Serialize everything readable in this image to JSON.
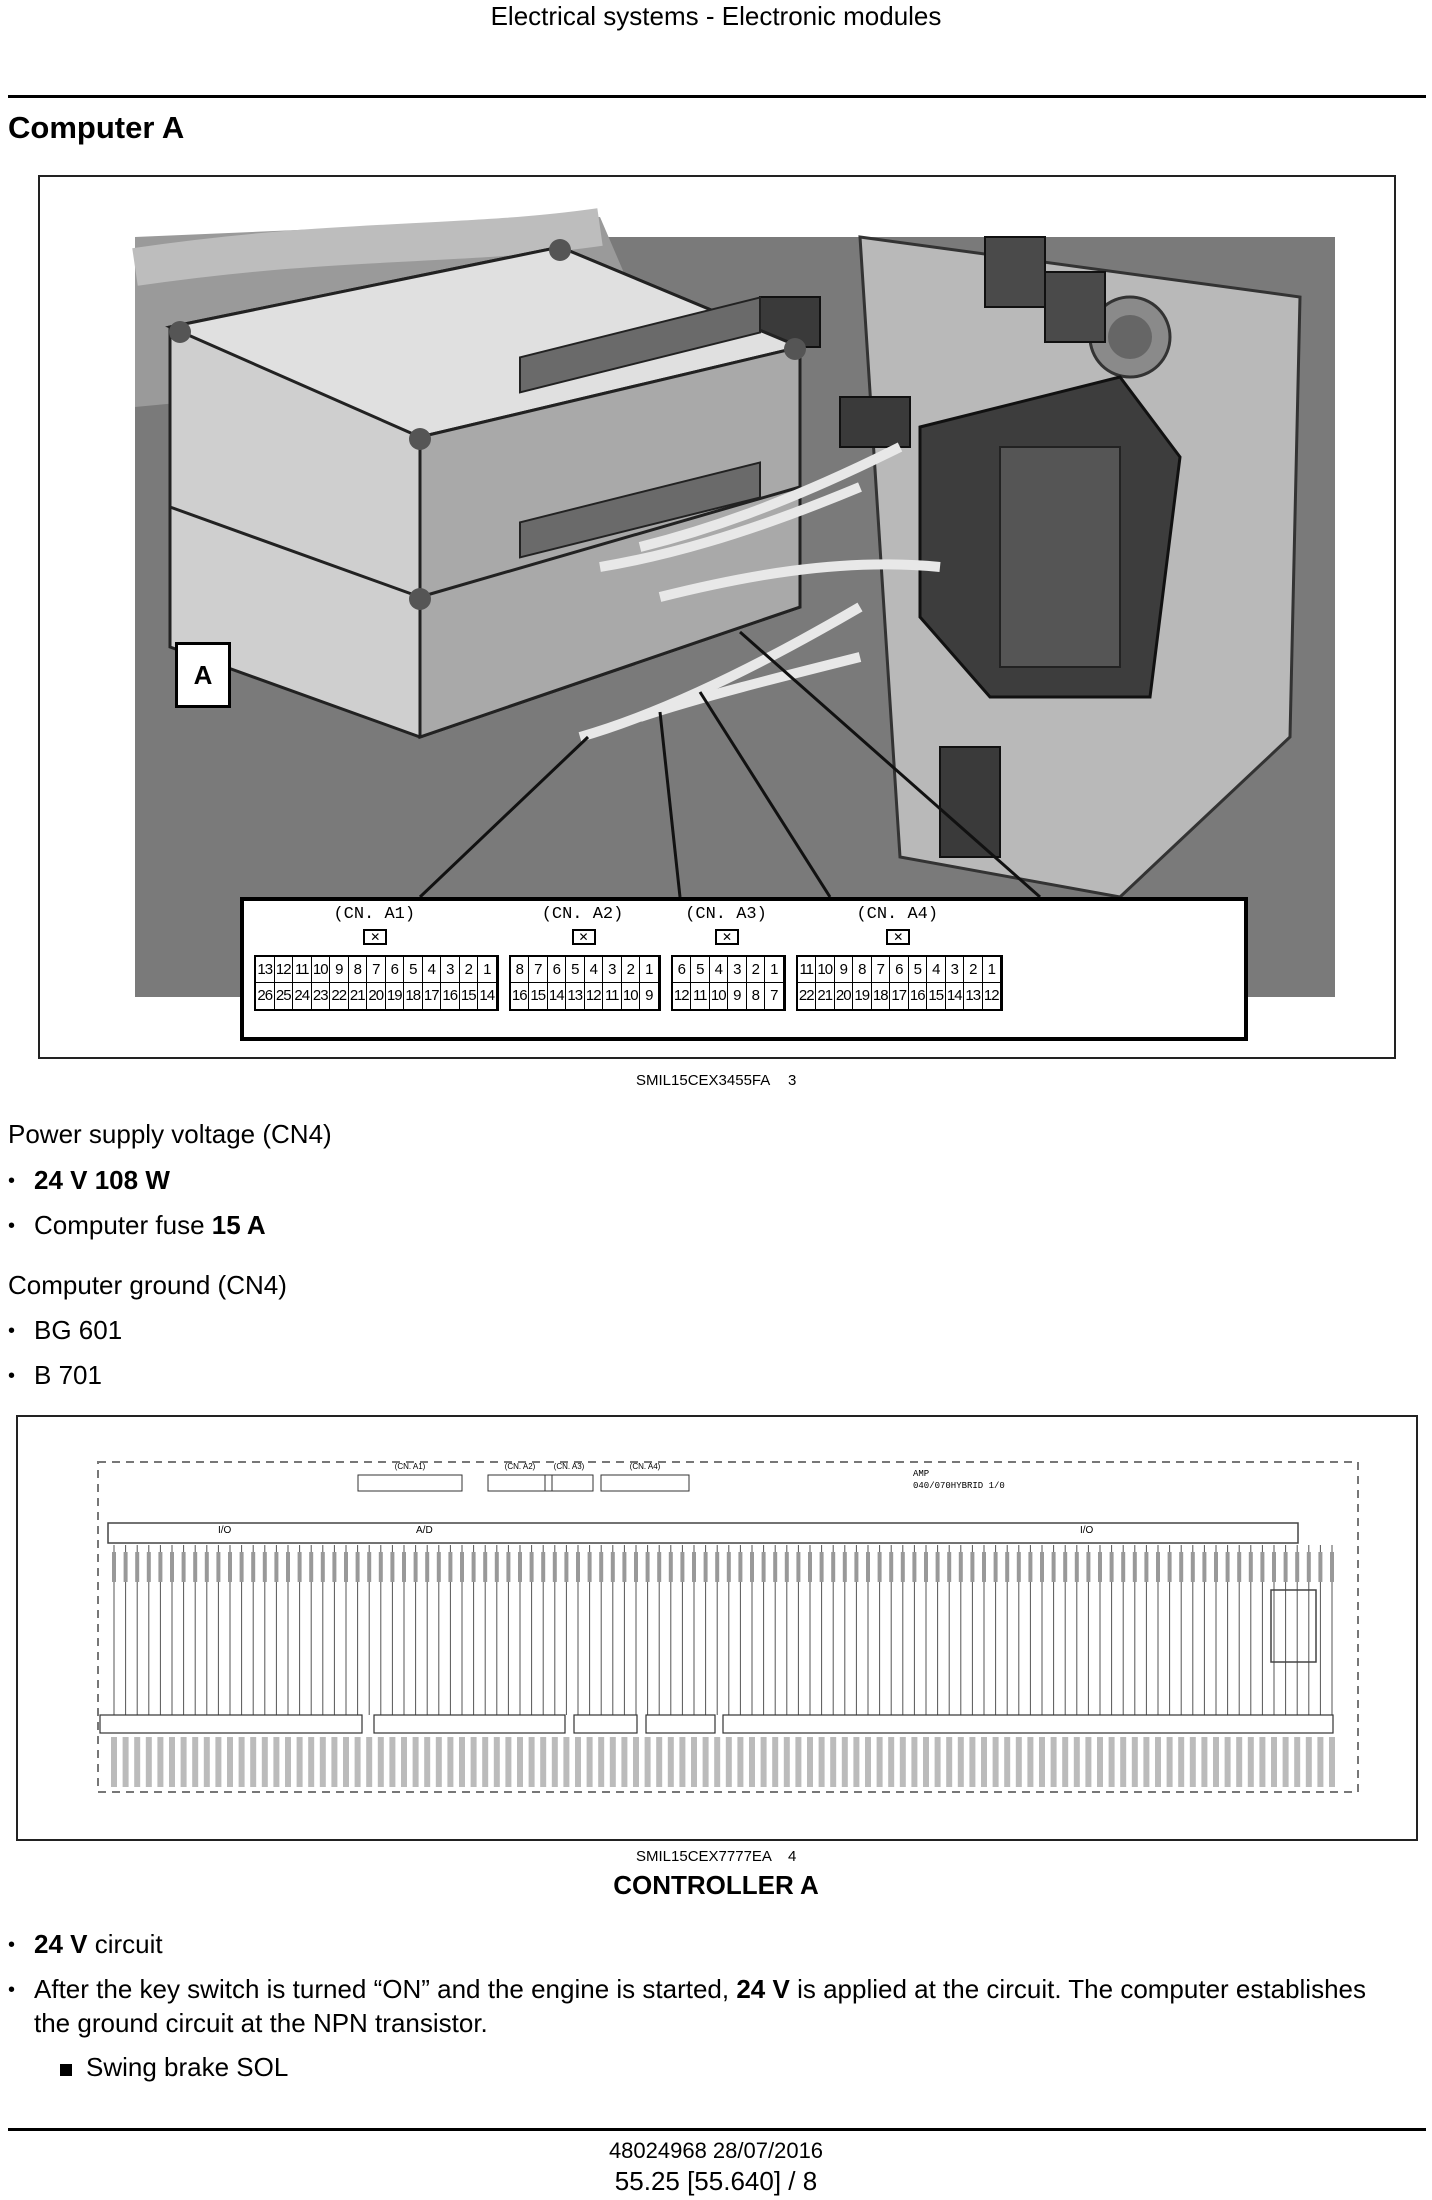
{
  "header": {
    "title": "Electrical systems - Electronic modules"
  },
  "section": {
    "title": "Computer A"
  },
  "figure1": {
    "callout": "A",
    "connectors": [
      {
        "name": "(CN. A1)",
        "top": [
          "13",
          "12",
          "11",
          "10",
          "9",
          "8",
          "7",
          "6",
          "5",
          "4",
          "3",
          "2",
          "1"
        ],
        "bottom": [
          "26",
          "25",
          "24",
          "23",
          "22",
          "21",
          "20",
          "19",
          "18",
          "17",
          "16",
          "15",
          "14"
        ]
      },
      {
        "name": "(CN. A2)",
        "top": [
          "8",
          "7",
          "6",
          "5",
          "4",
          "3",
          "2",
          "1"
        ],
        "bottom": [
          "16",
          "15",
          "14",
          "13",
          "12",
          "11",
          "10",
          "9"
        ]
      },
      {
        "name": "(CN. A3)",
        "top": [
          "6",
          "5",
          "4",
          "3",
          "2",
          "1"
        ],
        "bottom": [
          "12",
          "11",
          "10",
          "9",
          "8",
          "7"
        ]
      },
      {
        "name": "(CN. A4)",
        "top": [
          "11",
          "10",
          "9",
          "8",
          "7",
          "6",
          "5",
          "4",
          "3",
          "2",
          "1"
        ],
        "bottom": [
          "22",
          "21",
          "20",
          "19",
          "18",
          "17",
          "16",
          "15",
          "14",
          "13",
          "12"
        ]
      }
    ],
    "code": "SMIL15CEX3455FA",
    "number": "3"
  },
  "power": {
    "heading": "Power supply voltage (CN4)",
    "items": [
      {
        "text": "24 V 108 W",
        "bold_part": ""
      },
      {
        "text": "Computer fuse ",
        "bold_part": "15 A"
      }
    ]
  },
  "ground": {
    "heading": "Computer ground (CN4)",
    "items": [
      "BG 601",
      "B 701"
    ]
  },
  "figure2": {
    "connectors": [
      "(CN. A1)",
      "(CN. A2)",
      "(CN. A3)",
      "(CN. A4)"
    ],
    "amp_label": "AMP",
    "amp_sub": "040/070HYBRID 1/0",
    "groups": [
      "I/O",
      "A/D",
      "I/O"
    ],
    "code": "SMIL15CEX7777EA",
    "number": "4",
    "title": "CONTROLLER A"
  },
  "circuit": {
    "item1_bold": "24 V",
    "item1_rest": " circuit",
    "item2_pre": "After the key switch is turned “ON” and the engine is started, ",
    "item2_bold": "24 V",
    "item2_post": " is applied at the circuit.  The computer establishes the ground circuit at the NPN transistor.",
    "sub_item": "Swing brake SOL"
  },
  "footer": {
    "doc": "48024968 28/07/2016",
    "page": "55.25 [55.640] / 8"
  },
  "colors": {
    "ink": "#000000",
    "gray_dark": "#5a5a5a",
    "gray_mid": "#8c8c8c",
    "gray_light": "#c8c8c8"
  }
}
